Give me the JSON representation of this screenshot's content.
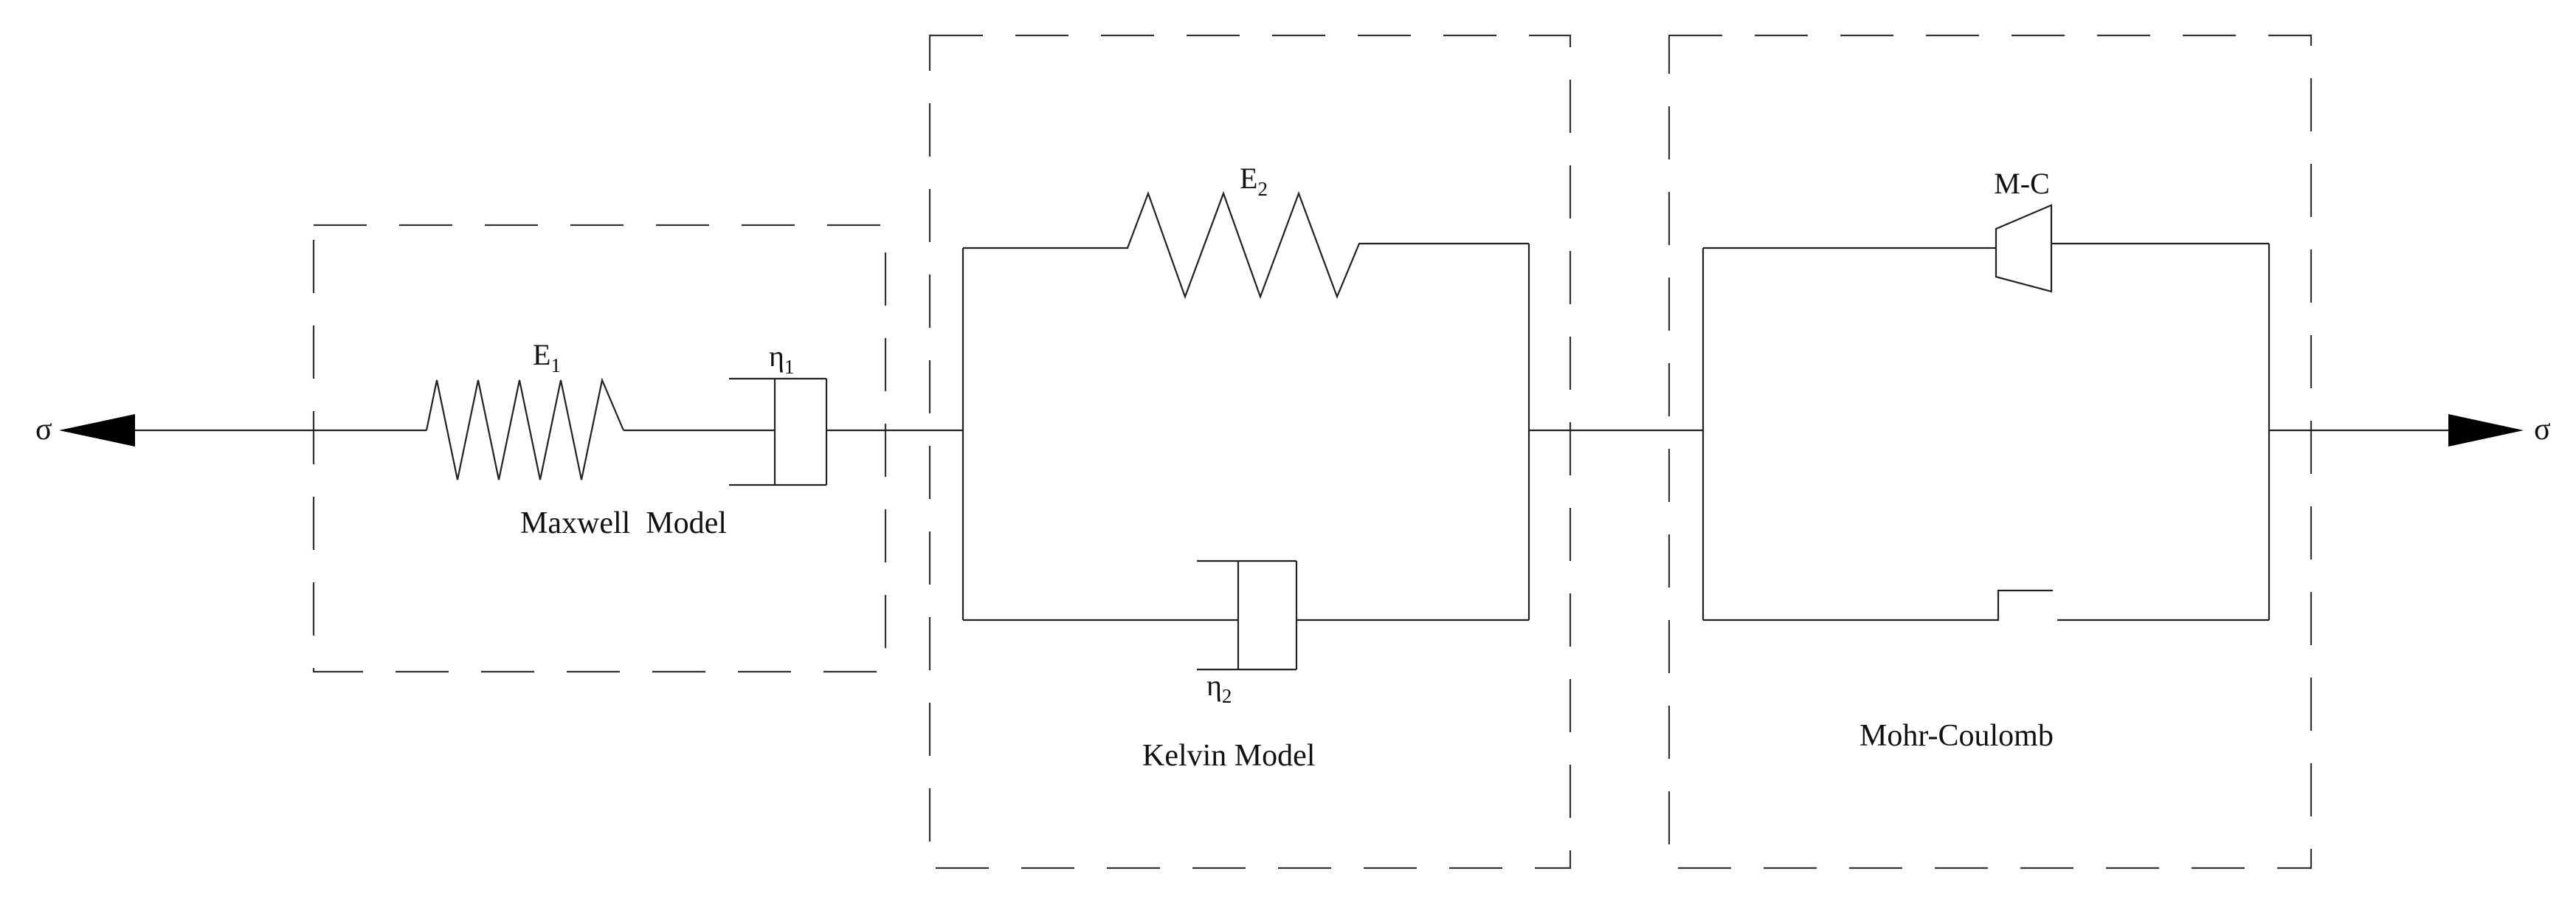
{
  "stress_label_left": "σ",
  "stress_label_right": "σ",
  "maxwell": {
    "title": "Maxwell  Model",
    "spring_symbol": "E",
    "spring_subscript": "1",
    "dashpot_symbol": "η",
    "dashpot_subscript": "1"
  },
  "kelvin": {
    "title": "Kelvin Model",
    "spring_symbol": "E",
    "spring_subscript": "2",
    "dashpot_symbol": "η",
    "dashpot_subscript": "2"
  },
  "mohr_coulomb": {
    "title": "Mohr-Coulomb",
    "slider_label": "M-C"
  },
  "colors": {
    "line": "#222222",
    "text": "#111111",
    "background": "#ffffff"
  }
}
